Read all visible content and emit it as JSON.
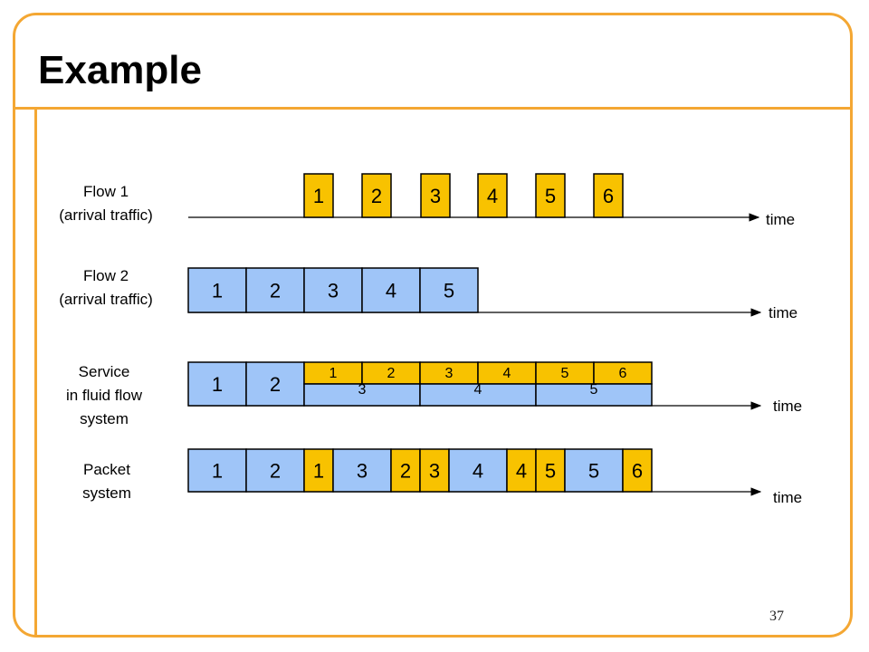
{
  "title": "Example",
  "page_number": "37",
  "colors": {
    "frame": "#f4a733",
    "flow1": "#f8c200",
    "flow2": "#9fc5f8"
  },
  "rows": [
    {
      "label_line1": "Flow 1",
      "label_line2": "(arrival traffic)",
      "label_line3": "",
      "time_label": "time"
    },
    {
      "label_line1": "Flow 2",
      "label_line2": "(arrival traffic)",
      "label_line3": "",
      "time_label": "time"
    },
    {
      "label_line1": "Service",
      "label_line2": "in fluid flow",
      "label_line3": "system",
      "time_label": "time"
    },
    {
      "label_line1": "Packet",
      "label_line2": "system",
      "label_line3": "",
      "time_label": "time"
    }
  ],
  "flow1_packets": [
    "1",
    "2",
    "3",
    "4",
    "5",
    "6"
  ],
  "flow2_packets": [
    "1",
    "2",
    "3",
    "4",
    "5"
  ],
  "fluid": {
    "flow2_full": [
      "1",
      "2"
    ],
    "flow1_shared": [
      "1",
      "2",
      "3",
      "4",
      "5",
      "6"
    ],
    "flow2_shared": [
      "3",
      "4",
      "5"
    ]
  },
  "packet_system": [
    {
      "label": "1",
      "flow": 2
    },
    {
      "label": "2",
      "flow": 2
    },
    {
      "label": "1",
      "flow": 1
    },
    {
      "label": "3",
      "flow": 2
    },
    {
      "label": "2",
      "flow": 1
    },
    {
      "label": "3",
      "flow": 1
    },
    {
      "label": "4",
      "flow": 2
    },
    {
      "label": "4",
      "flow": 1
    },
    {
      "label": "5",
      "flow": 1
    },
    {
      "label": "5",
      "flow": 2
    },
    {
      "label": "6",
      "flow": 1
    }
  ]
}
